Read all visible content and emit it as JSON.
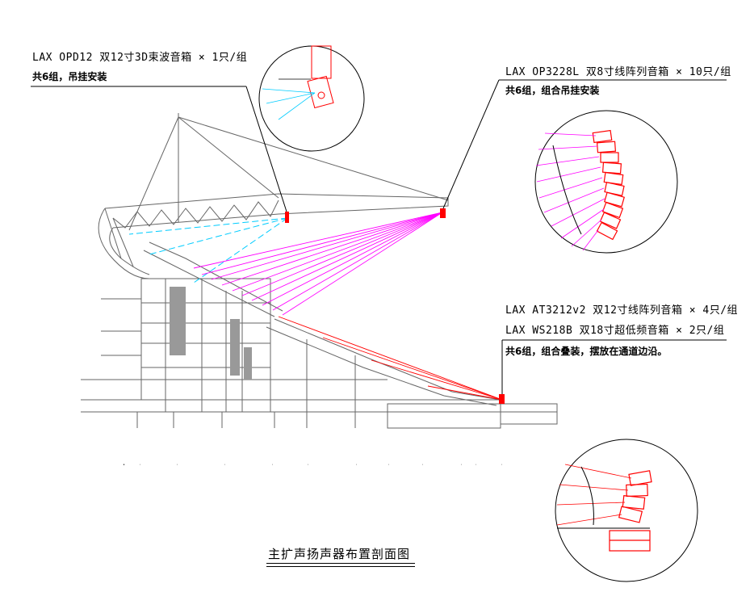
{
  "title": "主扩声扬声器布置剖面图",
  "callouts": [
    {
      "id": "opd12",
      "line1": "LAX OPD12 双12寸3D束波音箱 × 1只/组",
      "line2": "共6组，吊挂安装"
    },
    {
      "id": "op3228l",
      "line1": "LAX OP3228L 双8寸线阵列音箱 × 10只/组",
      "line2": "共6组，组合吊挂安装"
    },
    {
      "id": "at3212",
      "line1": "LAX AT3212v2 双12寸线阵列音箱 × 4只/组",
      "line2": "LAX WS218B 双18寸超低频音箱 × 2只/组",
      "line3": "共6组，组合叠装，摆放在通道边沿。"
    }
  ],
  "colors": {
    "structure": "#666666",
    "opd_beam": "#00ccff",
    "op_beam": "#ff00ff",
    "at_beam": "#ff0000",
    "speaker": "#ff0000"
  }
}
